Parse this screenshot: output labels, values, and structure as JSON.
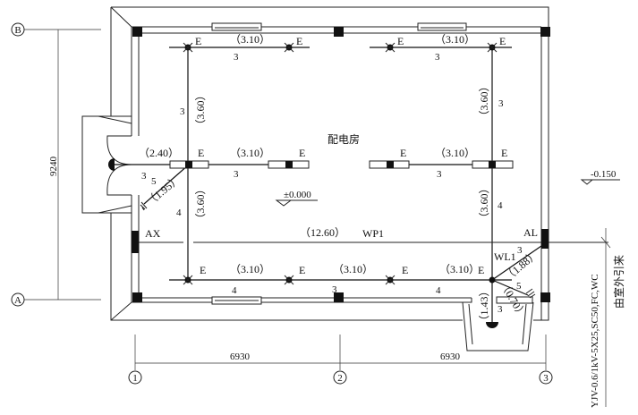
{
  "room_name": "配电房",
  "floor_level": "±0.000",
  "outside_level": "-0.150",
  "axes": {
    "A": "A",
    "B": "B",
    "1": "1",
    "2": "2",
    "3": "3"
  },
  "dimensions": {
    "vertical": "9240",
    "span_1_2": "6930",
    "span_2_3": "6930"
  },
  "panels": {
    "ax": "AX",
    "al": "AL"
  },
  "circuits": {
    "wp1": "WP1",
    "wl1": "WL1",
    "wp1_length": "（12.60）"
  },
  "fixture_label": "E",
  "lengths": {
    "top_left": "（3.10）",
    "top_right": "（3.10）",
    "mid_left": "（2.40）",
    "mid_center": "（3.10）",
    "mid_right": "（3.10）",
    "bot_left": "（3.10）",
    "bot_center": "（3.10）",
    "bot_right": "（3.10）",
    "vert_left_top": "（3.60）",
    "vert_left_bot": "（3.60）",
    "vert_right_top": "（3.60）",
    "vert_right_bot": "（3.60）",
    "switch_left": "（1.95）",
    "wl1_feed": "（1.88）",
    "switch_right": "（0.70）",
    "door_lamp_right": "（1.43）"
  },
  "wire_counts": {
    "top_left": "3",
    "top_right": "3",
    "mid_left": "3",
    "mid_center": "3",
    "mid_right": "3",
    "bot_left": "4",
    "bot_center": "3",
    "bot_right": "4",
    "vert_left_top": "3",
    "vert_left_bot": "4",
    "vert_right_top": "3",
    "vert_right_bot": "4",
    "switch_left": "5",
    "wl1_feed": "3",
    "switch_right": "5",
    "door_lamp_right": "3"
  },
  "incoming_cable": "YJV-0.6/1kV-5X25,SC50,FC,WC",
  "incoming_note": "由室外引来"
}
